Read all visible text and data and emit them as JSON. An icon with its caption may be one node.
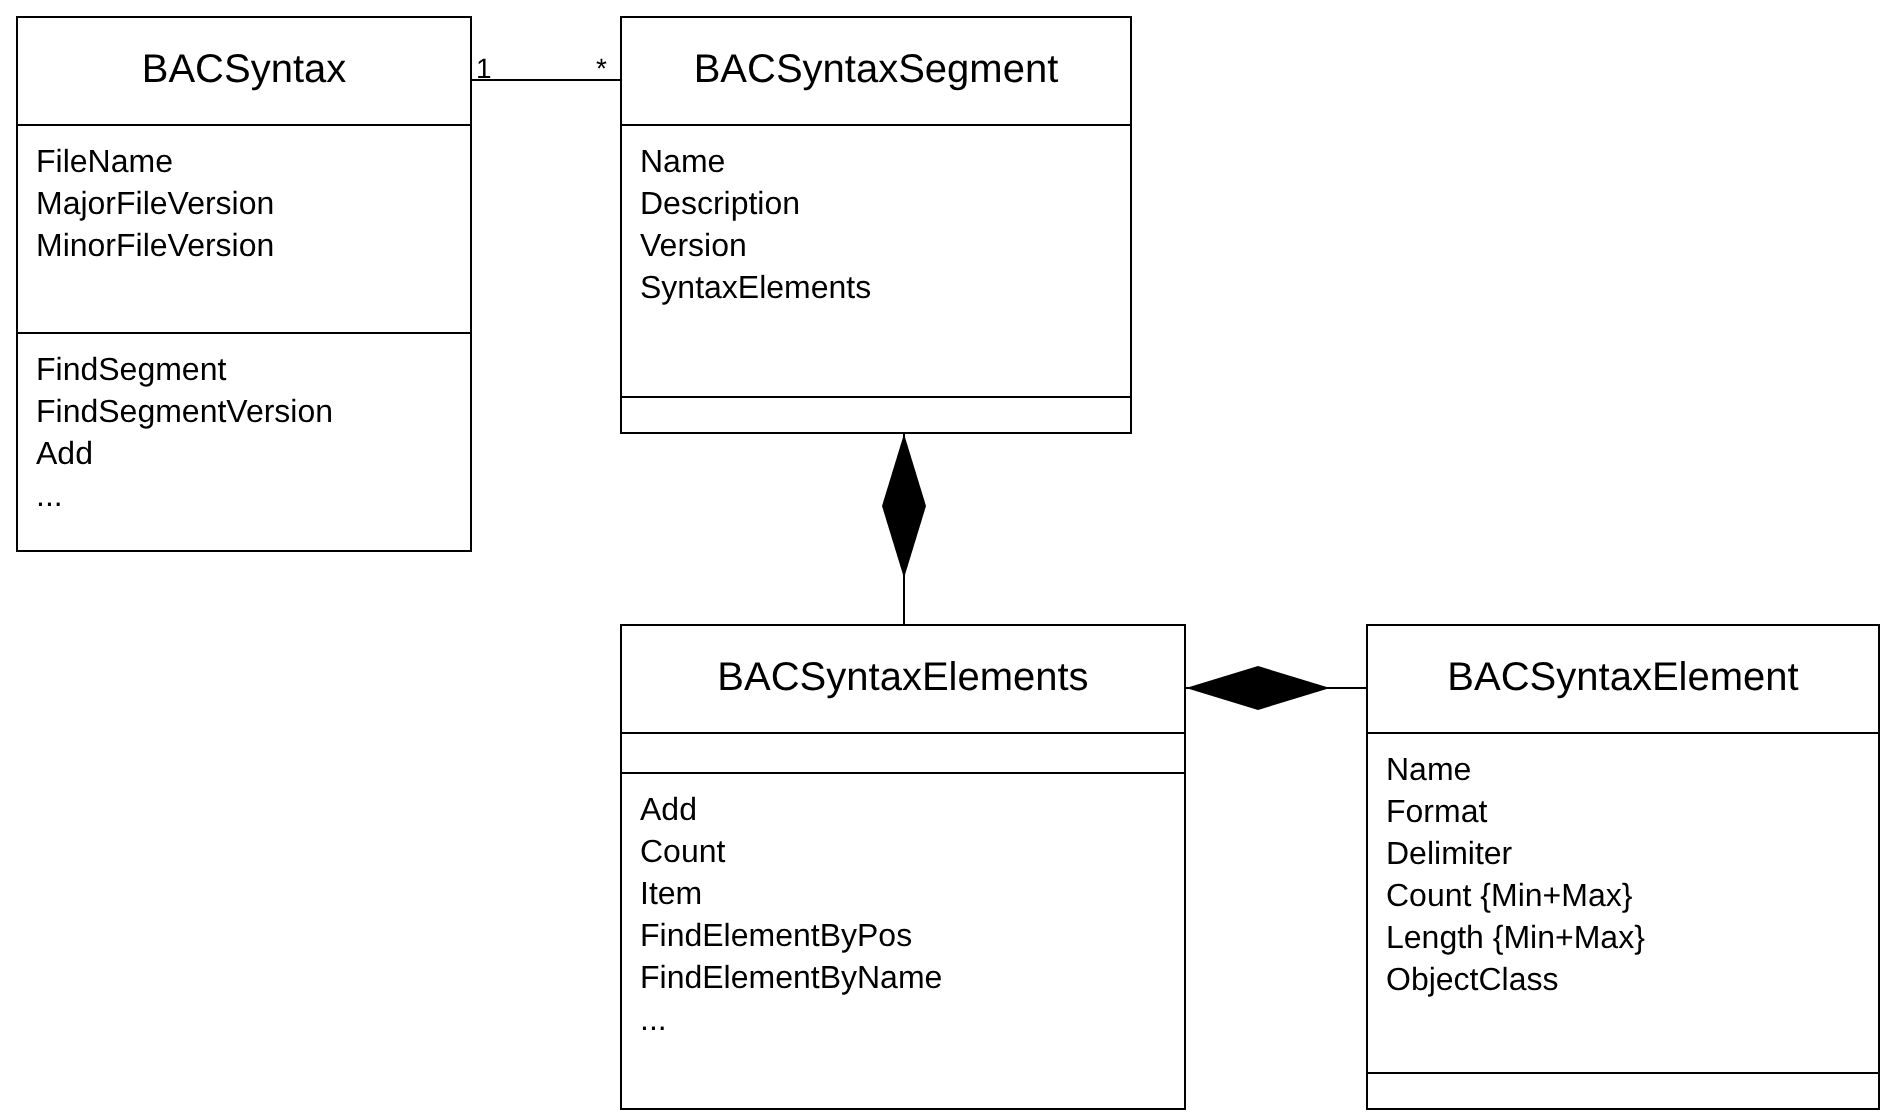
{
  "diagram": {
    "nodes": [
      {
        "text": [
          "BACSyntax"
        ]
      },
      {
        "text": [
          "FileName",
          "MajorFileVersion",
          "MinorFileVersion"
        ],
        "in": 0
      },
      {
        "text": [
          "FindSegment",
          "FindSegmentVersion",
          "Add",
          "..."
        ],
        "in": 0
      },
      {
        "text": [
          "BACSyntaxSegment"
        ]
      },
      {
        "text": [
          "Name",
          "Description",
          "Version",
          "SyntaxElements"
        ],
        "in": 3
      },
      {
        "text": [],
        "shape": "box",
        "in": 3
      },
      {
        "text": [
          "BACSyntaxElements"
        ]
      },
      {
        "text": [],
        "shape": "box",
        "in": 6
      },
      {
        "text": [
          "Add",
          "Count",
          "Item",
          "FindElementByPos",
          "FindElementByName",
          "..."
        ],
        "in": 6
      },
      {
        "text": [
          "BACSyntaxElement"
        ]
      },
      {
        "text": [
          "Name",
          "Format",
          "Delimiter",
          "Count {Min+Max}",
          "Length {Min+Max}",
          "ObjectClass"
        ],
        "in": 9
      },
      {
        "text": [],
        "shape": "box",
        "in": 9
      }
    ],
    "edges": [
      {
        "from": 0,
        "to": 3,
        "arrow": "none"
      },
      {
        "from": 3,
        "to": 6,
        "arrow": "other"
      },
      {
        "from": 6,
        "to": 9,
        "arrow": "other"
      }
    ],
    "labels": [
      "1",
      "*"
    ]
  }
}
